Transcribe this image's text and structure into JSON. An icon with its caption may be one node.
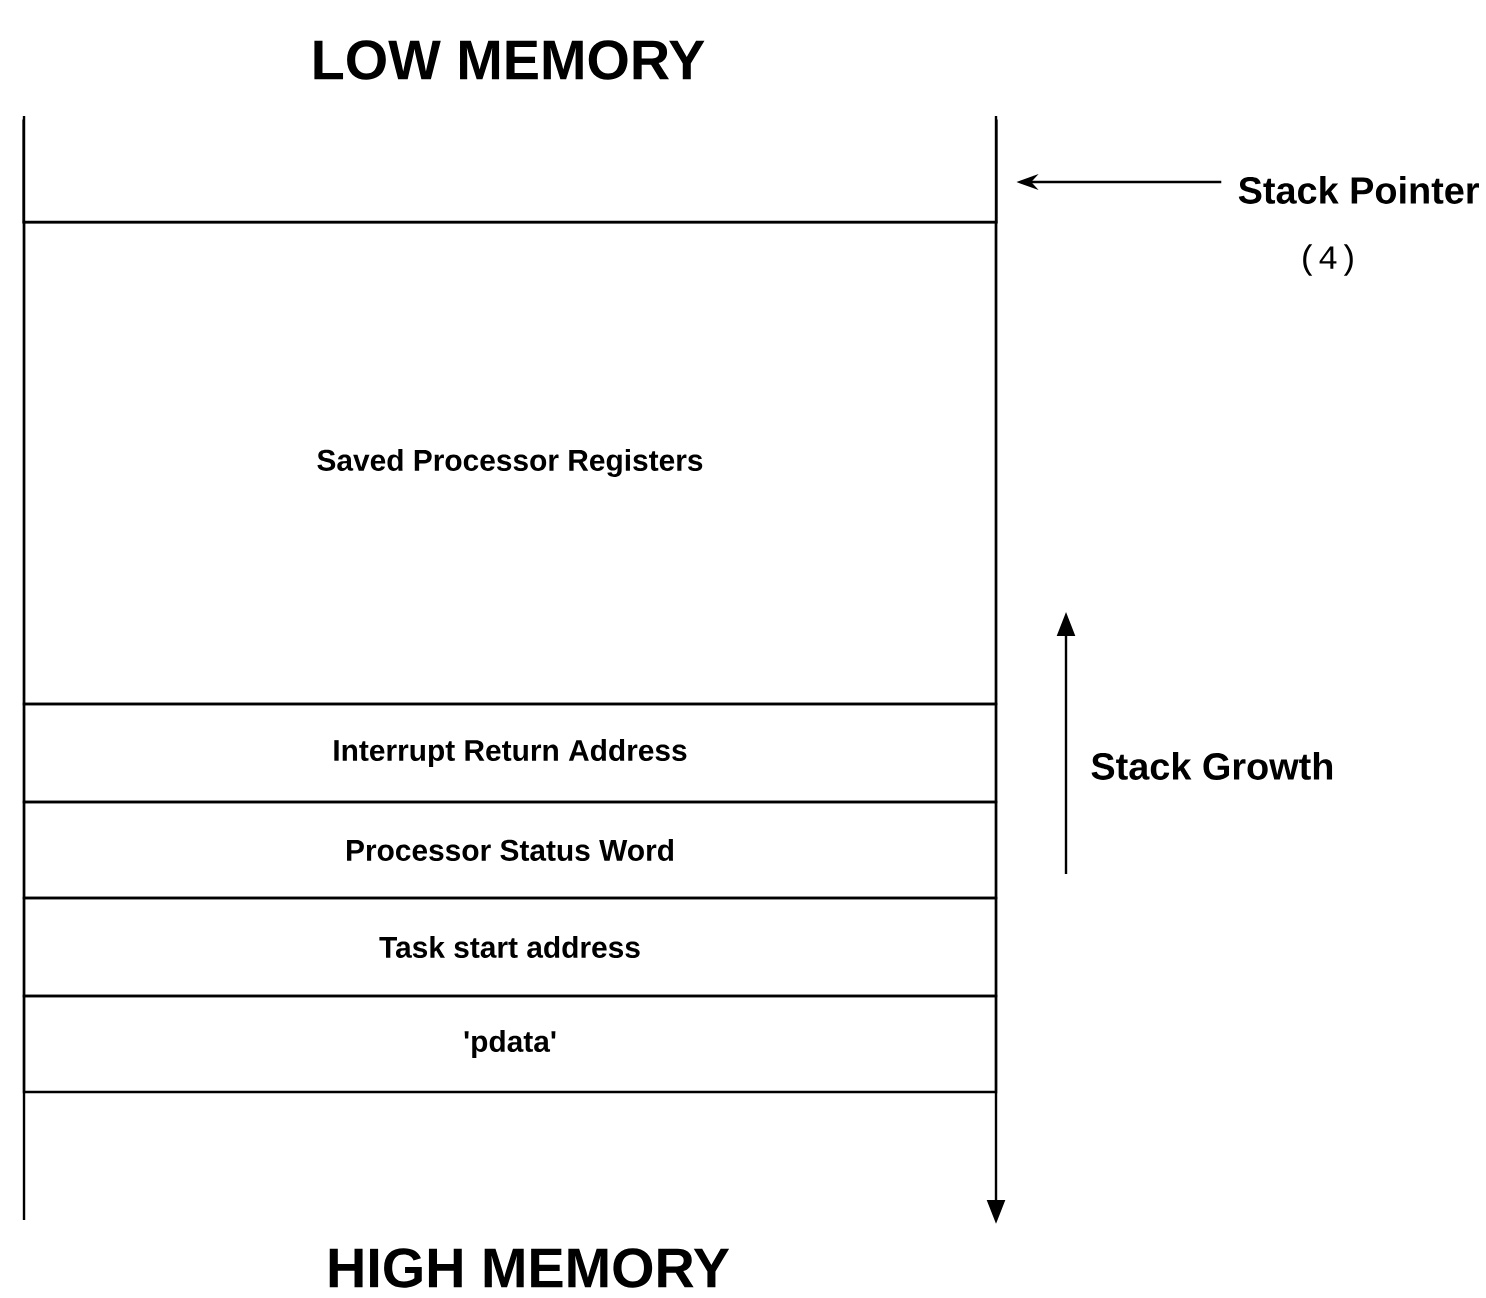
{
  "diagram": {
    "nodes": [
      {
        "text": [],
        "shape": "box"
      },
      {
        "text": [
          "Stack Pointer"
        ],
        "beside": [
          "(4)"
        ]
      },
      {
        "text": [
          "Saved Processor Registers"
        ]
      },
      {
        "text": [
          "Interrupt Return Address"
        ]
      },
      {
        "text": [
          "Processor Status Word"
        ]
      },
      {
        "text": [
          "Task start address"
        ]
      },
      {
        "text": [
          "'pdata'"
        ]
      }
    ],
    "edges": [
      {
        "from": 1,
        "to": 0,
        "arrow": "to"
      }
    ],
    "labels": [
      "LOW MEMORY",
      "Stack Growth",
      "HIGH MEMORY"
    ]
  }
}
